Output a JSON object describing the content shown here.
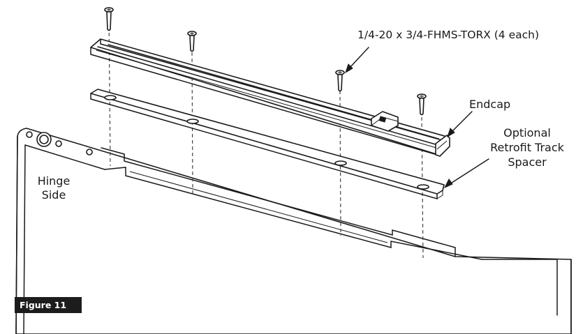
{
  "labels": {
    "screw": "1/4-20 x 3/4-FHMS-TORX (4 each)",
    "endcap": "Endcap",
    "spacer_line1": "Optional",
    "spacer_line2": "Retrofit Track",
    "spacer_line3": "Spacer",
    "hinge_line1": "Hinge",
    "hinge_line2": "Side"
  },
  "figure": {
    "tag": "Figure 11"
  },
  "colors": {
    "ink": "#1a1a1a",
    "background": "#ffffff",
    "tag_background": "#1c1c1c",
    "tag_text": "#ffffff"
  }
}
